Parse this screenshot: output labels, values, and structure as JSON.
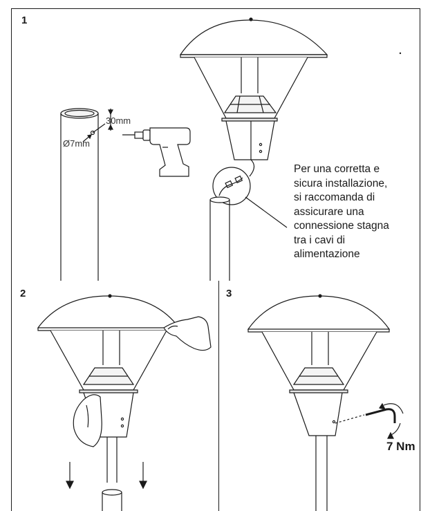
{
  "panels": [
    {
      "step": "1"
    },
    {
      "step": "2"
    },
    {
      "step": "3"
    }
  ],
  "dimensions": {
    "depth": "30mm",
    "diameter": "Ø7mm"
  },
  "note_lines": [
    "Per una corretta e",
    "sicura installazione,",
    "si raccomanda di",
    "assicurare una",
    "connessione stagna",
    "tra i cavi di",
    "alimentazione"
  ],
  "torque": "7 Nm",
  "colors": {
    "line": "#1a1a1a",
    "panel_border": "#1a1a1a",
    "fill_light": "#f4f4f4",
    "fill_mid": "#e6e6e6"
  }
}
